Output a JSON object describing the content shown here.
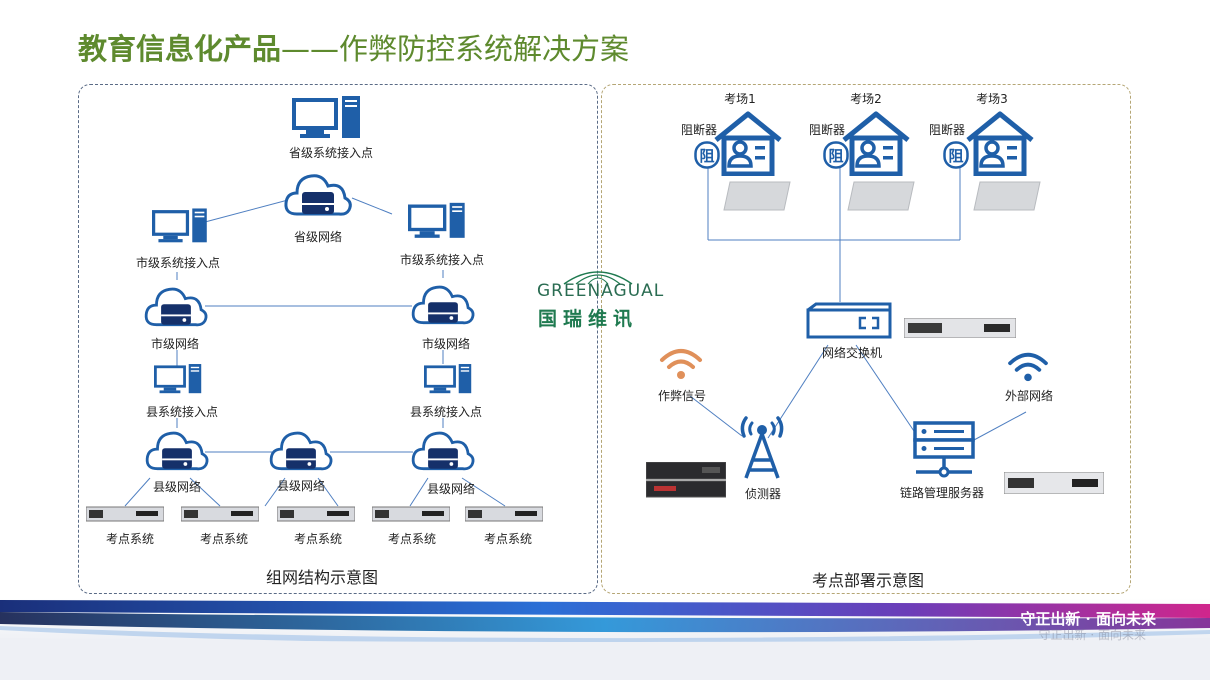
{
  "title": {
    "bold": "教育信息化产品",
    "rest": "——作弊防控系统解决方案"
  },
  "colors": {
    "title": "#5e8a2e",
    "icon_blue": "#1f5fa8",
    "signal_orange": "#e0905a",
    "logo_green": "#1f7a50"
  },
  "left_panel": {
    "caption": "组网结构示意图",
    "province_pc": "省级系统接入点",
    "province_net": "省级网络",
    "city_pc_left": "市级系统接入点",
    "city_pc_right": "市级系统接入点",
    "city_net_left": "市级网络",
    "city_net_right": "市级网络",
    "county_pc_left": "县系统接入点",
    "county_pc_right": "县系统接入点",
    "county_nets": [
      "县级网络",
      "县级网络",
      "县级网络"
    ],
    "exam_points": [
      "考点系统",
      "考点系统",
      "考点系统",
      "考点系统",
      "考点系统"
    ]
  },
  "logo": {
    "english": "GREENAGUAL",
    "chinese": "国瑞维讯"
  },
  "right_panel": {
    "caption": "考点部署示意图",
    "rooms": [
      {
        "name": "考场1",
        "blocker": "阻断器",
        "badge": "阻"
      },
      {
        "name": "考场2",
        "blocker": "阻断器",
        "badge": "阻"
      },
      {
        "name": "考场3",
        "blocker": "阻断器",
        "badge": "阻"
      }
    ],
    "switch": "网络交换机",
    "cheat_signal": "作弊信号",
    "external_net": "外部网络",
    "detector": "侦测器",
    "link_server": "链路管理服务器"
  },
  "footer": {
    "slogan": "守正出新 · 面向未来"
  }
}
